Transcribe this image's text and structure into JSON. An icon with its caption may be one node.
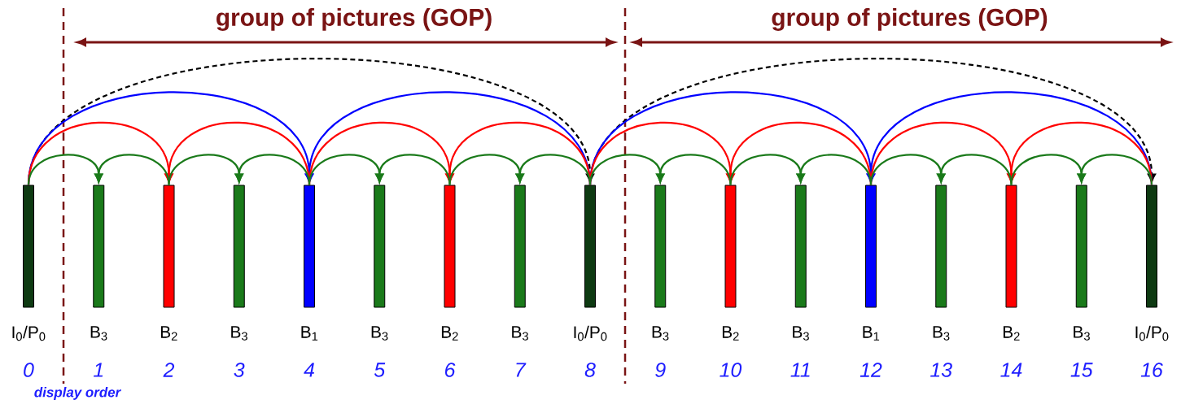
{
  "diagram": {
    "nodes": [
      {
        "text": [
          "I$_{0}$/P$_{0}$"
        ],
        "beside": [
          "0"
        ]
      },
      {
        "text": [
          "B$_{3}$"
        ],
        "beside": [
          "1"
        ]
      },
      {
        "text": [
          "B$_{2}$"
        ],
        "beside": [
          "2"
        ]
      },
      {
        "text": [
          "B$_{3}$"
        ],
        "beside": [
          "3"
        ]
      },
      {
        "text": [
          "B$_{1}$"
        ],
        "beside": [
          "4"
        ]
      },
      {
        "text": [
          "B$_{3}$"
        ],
        "beside": [
          "5"
        ]
      },
      {
        "text": [
          "B$_{2}$"
        ],
        "beside": [
          "6"
        ]
      },
      {
        "text": [
          "B$_{3}$"
        ],
        "beside": [
          "7"
        ]
      },
      {
        "text": [
          "I$_{0}$/P$_{0}$"
        ],
        "beside": [
          "8"
        ]
      },
      {
        "text": [
          "B$_{3}$"
        ],
        "beside": [
          "9"
        ]
      },
      {
        "text": [
          "B$_{2}$"
        ],
        "beside": [
          "10"
        ]
      },
      {
        "text": [
          "B$_{3}$"
        ],
        "beside": [
          "11"
        ]
      },
      {
        "text": [
          "B$_{1}$"
        ],
        "beside": [
          "12"
        ]
      },
      {
        "text": [
          "B$_{3}$"
        ],
        "beside": [
          "13"
        ]
      },
      {
        "text": [
          "B$_{2}$"
        ],
        "beside": [
          "14"
        ]
      },
      {
        "text": [
          "B$_{3}$"
        ],
        "beside": [
          "15"
        ]
      },
      {
        "text": [
          "I$_{0}$/P$_{0}$"
        ],
        "beside": [
          "16"
        ]
      }
    ],
    "edges": [
      {
        "from": 0,
        "to": 8,
        "arrow": "to",
        "style": "dashed",
        "color": "#000000"
      },
      {
        "from": 8,
        "to": 16,
        "arrow": "to",
        "style": "dashed",
        "color": "#000000"
      },
      {
        "from": 0,
        "to": 4,
        "arrow": "to",
        "color": "#0000ff"
      },
      {
        "from": 8,
        "to": 4,
        "arrow": "to",
        "color": "#0000ff"
      },
      {
        "from": 8,
        "to": 12,
        "arrow": "to",
        "color": "#0000ff"
      },
      {
        "from": 16,
        "to": 12,
        "arrow": "to",
        "color": "#0000ff"
      },
      {
        "from": 0,
        "to": 2,
        "arrow": "to",
        "color": "#ff0000"
      },
      {
        "from": 4,
        "to": 2,
        "arrow": "to",
        "color": "#ff0000"
      },
      {
        "from": 4,
        "to": 6,
        "arrow": "to",
        "color": "#ff0000"
      },
      {
        "from": 8,
        "to": 6,
        "arrow": "to",
        "color": "#ff0000"
      },
      {
        "from": 8,
        "to": 10,
        "arrow": "to",
        "color": "#ff0000"
      },
      {
        "from": 12,
        "to": 10,
        "arrow": "to",
        "color": "#ff0000"
      },
      {
        "from": 12,
        "to": 14,
        "arrow": "to",
        "color": "#ff0000"
      },
      {
        "from": 16,
        "to": 14,
        "arrow": "to",
        "color": "#ff0000"
      },
      {
        "from": 0,
        "to": 1,
        "arrow": "to"
      },
      {
        "from": 2,
        "to": 1,
        "arrow": "to"
      },
      {
        "from": 2,
        "to": 3,
        "arrow": "to"
      },
      {
        "from": 4,
        "to": 3,
        "arrow": "to"
      },
      {
        "from": 4,
        "to": 5,
        "arrow": "to"
      },
      {
        "from": 6,
        "to": 5,
        "arrow": "to"
      },
      {
        "from": 6,
        "to": 7,
        "arrow": "to"
      },
      {
        "from": 8,
        "to": 7,
        "arrow": "to"
      },
      {
        "from": 8,
        "to": 9,
        "arrow": "to"
      },
      {
        "from": 10,
        "to": 9,
        "arrow": "to"
      },
      {
        "from": 10,
        "to": 11,
        "arrow": "to"
      },
      {
        "from": 12,
        "to": 11,
        "arrow": "to"
      },
      {
        "from": 12,
        "to": 13,
        "arrow": "to"
      },
      {
        "from": 14,
        "to": 13,
        "arrow": "to"
      },
      {
        "from": 14,
        "to": 15,
        "arrow": "to"
      },
      {
        "from": 16,
        "to": 15,
        "arrow": "to"
      }
    ],
    "labels": [
      "group of pictures (GOP)",
      "group of pictures (GOP)",
      "display order"
    ]
  }
}
